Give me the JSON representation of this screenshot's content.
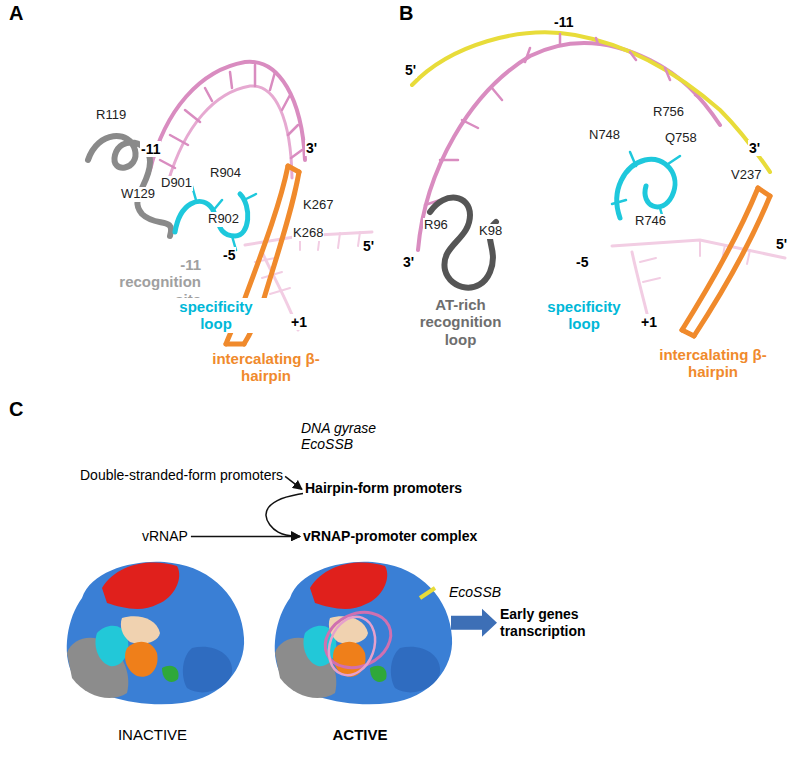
{
  "diagram": {
    "nodes": [
      {
        "text": [
          "Double-stranded-form promoters"
        ]
      },
      {
        "text": [
          "Hairpin-form promoters"
        ]
      },
      {
        "text": [
          "vRNAP"
        ]
      },
      {
        "text": [
          "vRNAP-promoter complex"
        ]
      },
      {
        "text": [
          "INACTIVE"
        ]
      },
      {
        "text": [
          "ACTIVE"
        ]
      },
      {
        "text": [
          "Early genes transcription"
        ]
      }
    ],
    "edges": [
      {
        "from": 0,
        "to": 1,
        "arrow": "to",
        "label": "DNA gyrase EcoSSB"
      },
      {
        "from": 1,
        "to": 3,
        "arrow": "to"
      },
      {
        "from": 2,
        "to": 3,
        "arrow": "to"
      },
      {
        "from": 5,
        "to": 6,
        "arrow": "to",
        "label": "EcoSSB"
      }
    ],
    "labels": [
      "A",
      "B",
      "C",
      "R119",
      "-11",
      "W129",
      "D901",
      "R904",
      "R902",
      "-5",
      "K267",
      "K268",
      "3'",
      "5'",
      "+1",
      "-11 recognition site",
      "specificity loop",
      "intercalating β-hairpin",
      "-11",
      "5'",
      "R756",
      "N748",
      "Q758",
      "R746",
      "V237",
      "3'",
      "5'",
      "R96",
      "K98",
      "3'",
      "-5",
      "+1",
      "AT-rich recognition loop",
      "specificity loop",
      "intercalating β-hairpin"
    ]
  }
}
